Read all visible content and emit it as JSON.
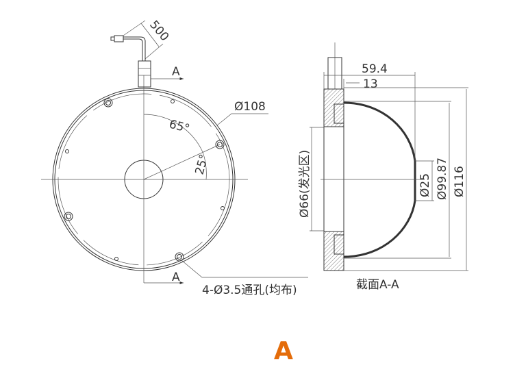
{
  "front_view": {
    "cable_length": "500",
    "section_mark": "A",
    "outer_diameter": "Ø108",
    "angle_1": "65°",
    "angle_2": "25°",
    "holes_note": "4-Ø3.5通孔(均布)"
  },
  "section_view": {
    "depth": "59.4",
    "flange": "13",
    "emitting_diameter": "Ø66(发光区)",
    "hole_diameter": "Ø25",
    "dome_diameter": "Ø99.87",
    "total_diameter": "Ø116",
    "caption": "截面A-A"
  },
  "model_label": "A",
  "colors": {
    "line": "#333333",
    "accent": "#e46c0a"
  }
}
